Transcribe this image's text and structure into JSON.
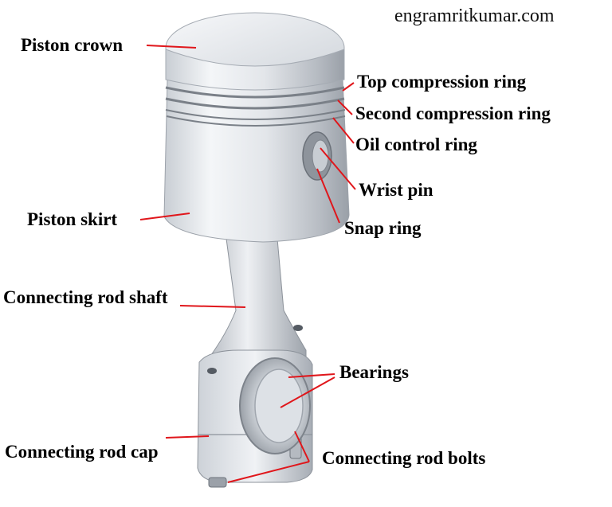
{
  "watermark": "engramritkumar.com",
  "labels": {
    "piston_crown": "Piston crown",
    "top_compression_ring": "Top compression ring",
    "second_compression_ring": "Second compression ring",
    "oil_control_ring": "Oil control ring",
    "wrist_pin": "Wrist pin",
    "snap_ring": "Snap ring",
    "piston_skirt": "Piston skirt",
    "connecting_rod_shaft": "Connecting rod shaft",
    "bearings": "Bearings",
    "connecting_rod_cap": "Connecting rod cap",
    "connecting_rod_bolts": "Connecting rod bolts"
  },
  "colors": {
    "leader_line": "#e0161b",
    "metal_light": "#f2f4f7",
    "metal_mid": "#c3c8ce",
    "metal_dark": "#8a9098"
  }
}
